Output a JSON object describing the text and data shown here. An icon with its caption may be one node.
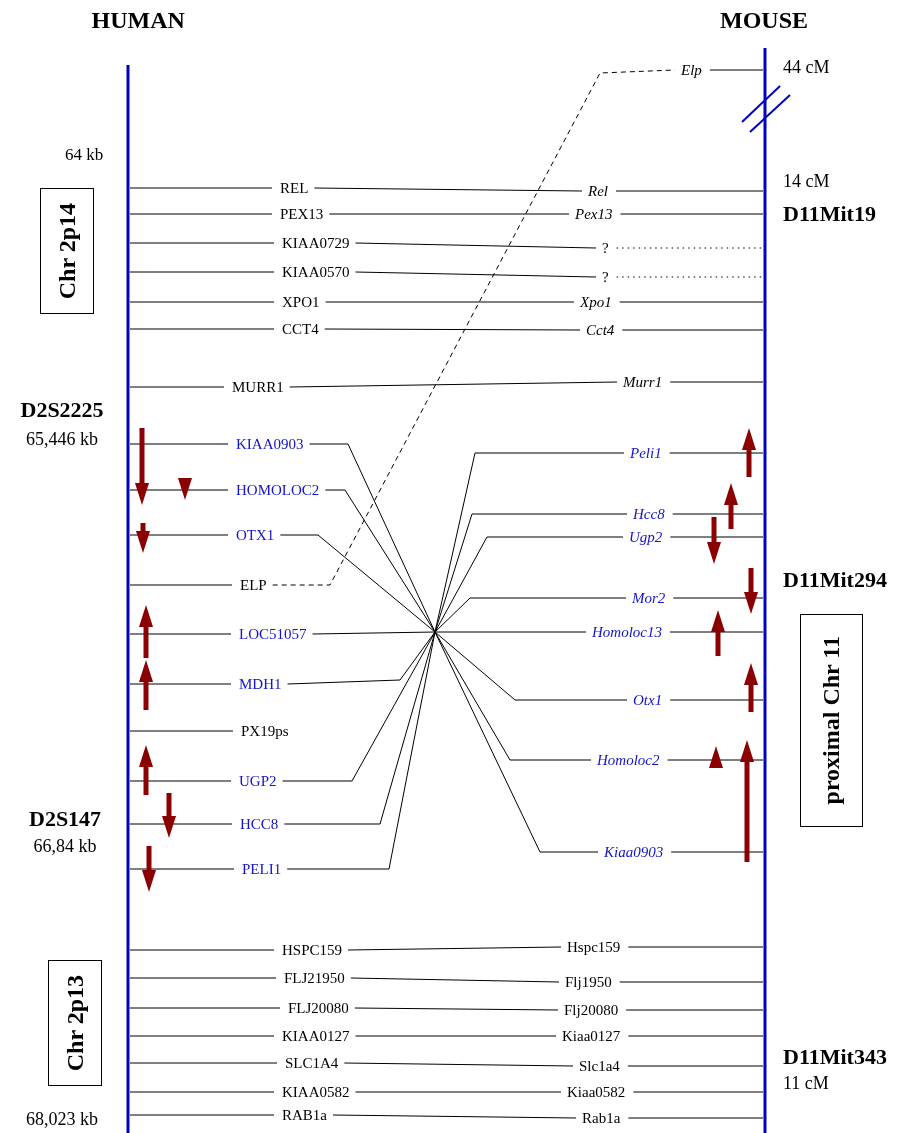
{
  "diagram": {
    "nodes": [
      {
        "text": [
          "REL"
        ]
      },
      {
        "text": [
          "PEX13"
        ]
      },
      {
        "text": [
          "KIAA0729"
        ]
      },
      {
        "text": [
          "KIAA0570"
        ]
      },
      {
        "text": [
          "XPO1"
        ]
      },
      {
        "text": [
          "CCT4"
        ]
      },
      {
        "text": [
          "MURR1"
        ]
      },
      {
        "text": [
          "KIAA0903"
        ]
      },
      {
        "text": [
          "HOMOLOC2"
        ]
      },
      {
        "text": [
          "OTX1"
        ]
      },
      {
        "text": [
          "ELP"
        ]
      },
      {
        "text": [
          "LOC51057"
        ]
      },
      {
        "text": [
          "MDH1"
        ]
      },
      {
        "text": [
          "PX19ps"
        ]
      },
      {
        "text": [
          "UGP2"
        ]
      },
      {
        "text": [
          "HCC8"
        ]
      },
      {
        "text": [
          "PELI1"
        ]
      },
      {
        "text": [
          "HSPC159"
        ]
      },
      {
        "text": [
          "FLJ21950"
        ]
      },
      {
        "text": [
          "FLJ20080"
        ]
      },
      {
        "text": [
          "KIAA0127"
        ]
      },
      {
        "text": [
          "SLC1A4"
        ]
      },
      {
        "text": [
          "KIAA0582"
        ]
      },
      {
        "text": [
          "RAB1a"
        ]
      },
      {
        "text": [
          "Elp"
        ]
      },
      {
        "text": [
          "Rel"
        ]
      },
      {
        "text": [
          "Pex13"
        ]
      },
      {
        "text": [
          "?"
        ]
      },
      {
        "text": [
          "?"
        ]
      },
      {
        "text": [
          "Xpo1"
        ]
      },
      {
        "text": [
          "Cct4"
        ]
      },
      {
        "text": [
          "Murr1"
        ]
      },
      {
        "text": [
          "Peli1"
        ]
      },
      {
        "text": [
          "Hcc8"
        ]
      },
      {
        "text": [
          "Ugp2"
        ]
      },
      {
        "text": [
          "Mor2"
        ]
      },
      {
        "text": [
          "Homoloc13"
        ]
      },
      {
        "text": [
          "Otx1"
        ]
      },
      {
        "text": [
          "Homoloc2"
        ]
      },
      {
        "text": [
          "Kiaa0903"
        ]
      },
      {
        "text": [
          "Hspc159"
        ]
      },
      {
        "text": [
          "Flj1950"
        ]
      },
      {
        "text": [
          "Flj20080"
        ]
      },
      {
        "text": [
          "Kiaa0127"
        ]
      },
      {
        "text": [
          "Slc1a4"
        ]
      },
      {
        "text": [
          "Kiaa0582"
        ]
      },
      {
        "text": [
          "Rab1a"
        ]
      },
      {
        "text": [
          "Chr 2p14"
        ]
      },
      {
        "text": [
          "proximal Chr 11"
        ]
      },
      {
        "text": [
          "Chr 2p13"
        ]
      }
    ],
    "edges": [
      {
        "from": 0,
        "to": 25,
        "arrow": "none"
      },
      {
        "from": 1,
        "to": 26,
        "arrow": "none"
      },
      {
        "from": 2,
        "to": 27,
        "arrow": "none"
      },
      {
        "from": 3,
        "to": 28,
        "arrow": "none"
      },
      {
        "from": 4,
        "to": 29,
        "arrow": "none"
      },
      {
        "from": 5,
        "to": 30,
        "arrow": "none"
      },
      {
        "from": 6,
        "to": 31,
        "arrow": "none"
      },
      {
        "from": 7,
        "to": 39,
        "arrow": "none"
      },
      {
        "from": 8,
        "to": 38,
        "arrow": "none"
      },
      {
        "from": 9,
        "to": 37,
        "arrow": "none"
      },
      {
        "from": 10,
        "to": 24,
        "arrow": "none",
        "style": "dashed"
      },
      {
        "from": 11,
        "to": 36,
        "arrow": "none"
      },
      {
        "from": 12,
        "to": 35,
        "arrow": "none"
      },
      {
        "from": 14,
        "to": 34,
        "arrow": "none"
      },
      {
        "from": 15,
        "to": 33,
        "arrow": "none"
      },
      {
        "from": 16,
        "to": 32,
        "arrow": "none"
      },
      {
        "from": 17,
        "to": 40,
        "arrow": "none"
      },
      {
        "from": 18,
        "to": 41,
        "arrow": "none"
      },
      {
        "from": 19,
        "to": 42,
        "arrow": "none"
      },
      {
        "from": 20,
        "to": 43,
        "arrow": "none"
      },
      {
        "from": 21,
        "to": 44,
        "arrow": "none"
      },
      {
        "from": 22,
        "to": 45,
        "arrow": "none"
      },
      {
        "from": 23,
        "to": 46,
        "arrow": "none"
      }
    ],
    "labels": [
      "HUMAN",
      "MOUSE",
      "44 cM",
      "64 kb",
      "14 cM",
      "D11Mit19",
      "D2S2225",
      "65,446 kb",
      "D11Mit294",
      "D2S147",
      "66,84 kb",
      "D11Mit343",
      "11 cM",
      "68,023 kb"
    ]
  }
}
